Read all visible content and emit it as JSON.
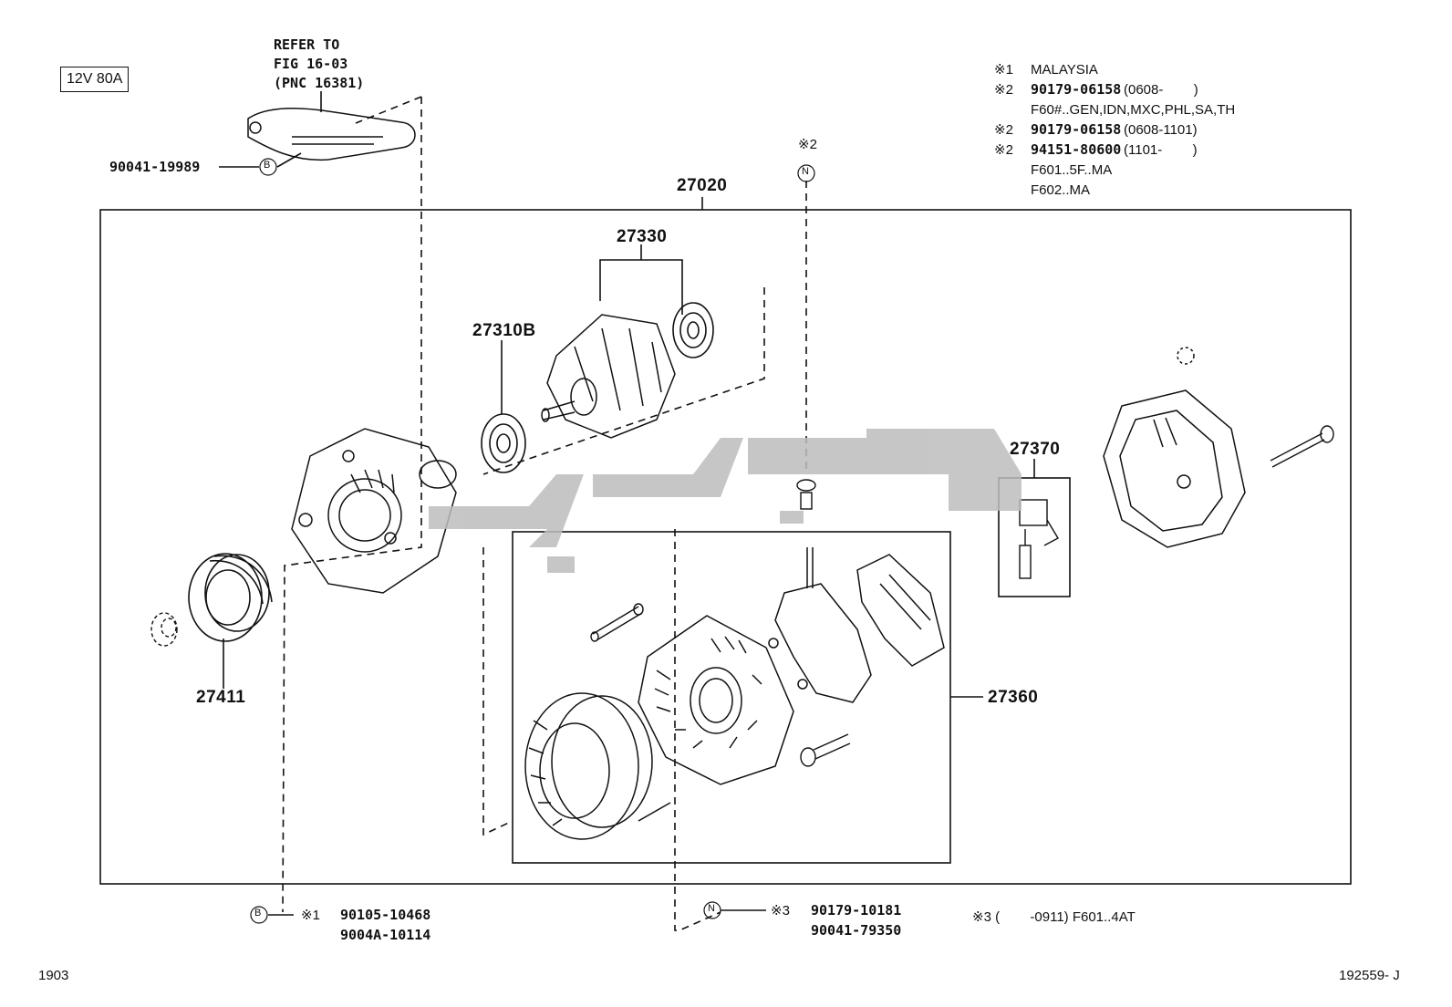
{
  "spec_label": "12V 80A",
  "refer": {
    "line1": "REFER TO",
    "line2": "FIG 16-03",
    "line3": "(PNC 16381)"
  },
  "fasteners": {
    "bracket_bolt": "90041-19989",
    "marker_b": "B",
    "marker_n": "N",
    "bottom_b_note": "※1",
    "bottom_b_pn1": "90105-10468",
    "bottom_b_pn2": "9004A-10114",
    "bottom_n_note": "※3",
    "bottom_n_pn1": "90179-10181",
    "bottom_n_pn2": "90041-79350",
    "top_n_note": "※2"
  },
  "notes": {
    "n1_mark": "※1",
    "n1_text": "MALAYSIA",
    "n2a_mark": "※2",
    "n2a_pn": "90179-06158",
    "n2a_range": "(0608-        )",
    "n2a_models": "F60#..GEN,IDN,MXC,PHL,SA,TH",
    "n2b_mark": "※2",
    "n2b_pn": "90179-06158",
    "n2b_range": "(0608-1101)",
    "n2c_mark": "※2",
    "n2c_pn": "94151-80600",
    "n2c_range": "(1101-        )",
    "n2c_models1": "F601..5F..MA",
    "n2c_models2": "F602..MA",
    "n3": "※3 (        -0911) F601..4AT"
  },
  "part_numbers": {
    "assy": "27020",
    "rotor": "27330",
    "bearing": "27310B",
    "regulator": "27370",
    "rectifier_kit": "27360",
    "pulley": "27411"
  },
  "footer": {
    "left": "1903",
    "right": "192559- J"
  },
  "watermark_color": "#bdbdbd"
}
